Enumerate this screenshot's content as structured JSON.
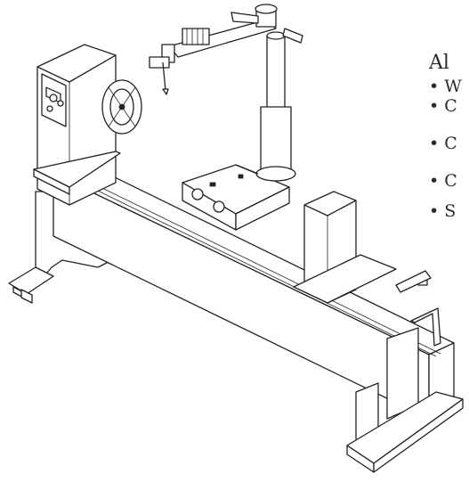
{
  "side_text": {
    "heading": "Al",
    "bullets": [
      "• W",
      "• C",
      "• C",
      "• C",
      "• S"
    ]
  },
  "colors": {
    "ink": "#222222",
    "paper": "#ffffff",
    "text": "#2a2a2a"
  },
  "icons": [
    "welding-positioner-machine-drawing"
  ]
}
